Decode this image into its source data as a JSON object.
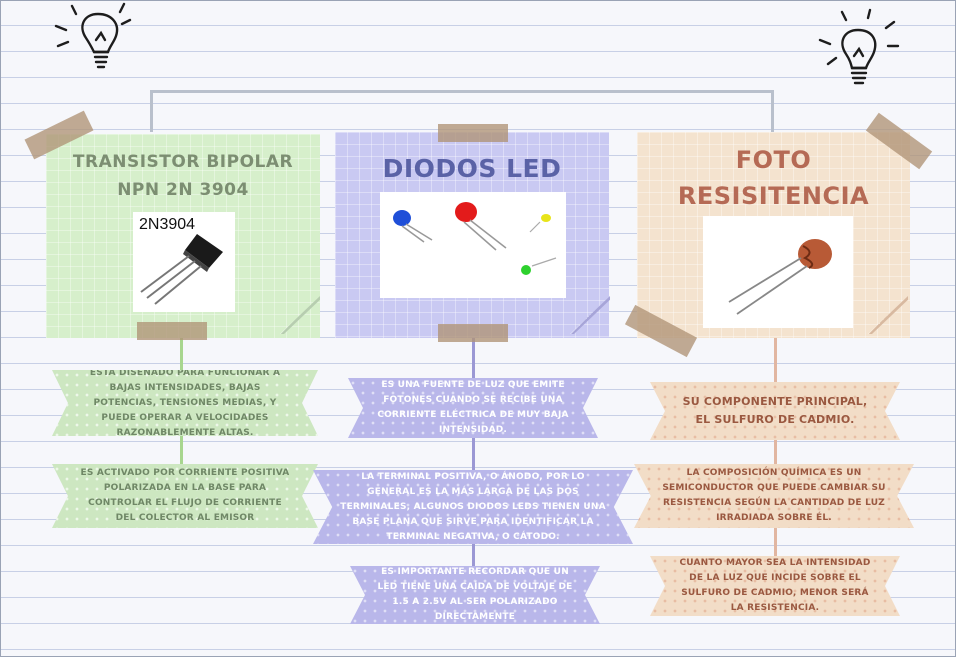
{
  "colors": {
    "green": "#d6efcb",
    "purple": "#c9c9f2",
    "peach": "#f4e3cf"
  },
  "icons": [
    "lightbulb-icon",
    "lightbulb-icon"
  ],
  "transistor": {
    "title_line1": "TRANSISTOR BIPOLAR",
    "title_line2": "NPN 2N 3904",
    "image_label": "2N3904",
    "ribbon1": "Está diseñado para funcionar a bajas intensidades, bajas potencias, tensiones medias, y puede operar a velocidades razonablemente altas.",
    "ribbon2": "Es activado por corriente positiva polarizada en la base para controlar el flujo de corriente del colector al emisor"
  },
  "led": {
    "title": "DIODOS LED",
    "ribbon1": "Es una fuente de luz que emite fotones cuando se recibe una corriente eléctrica de muy baja intensidad.",
    "ribbon2": "La terminal positiva, o ánodo, por lo general es la más larga de las dos terminales, algunos diodos leds tienen una base plana que sirve para identificar la terminal negativa, o cátodo.",
    "ribbon3": "Es importante recordar que un LED tiene una caída de voltaje de 1.5 a 2.5V al ser polarizado directamente"
  },
  "foto": {
    "title_line1": "FOTO",
    "title_line2": "RESISITENCIA",
    "ribbon1": "Su componente principal, el sulfuro de cadmio.",
    "ribbon2": "La composición química es un semiconductor que puede cambiar su resistencia según la cantidad de luz irradiada sobre él.",
    "ribbon3": "Cuanto mayor sea la intensidad de la luz que incide sobre el sulfuro de cadmio, menor será la resistencia."
  }
}
